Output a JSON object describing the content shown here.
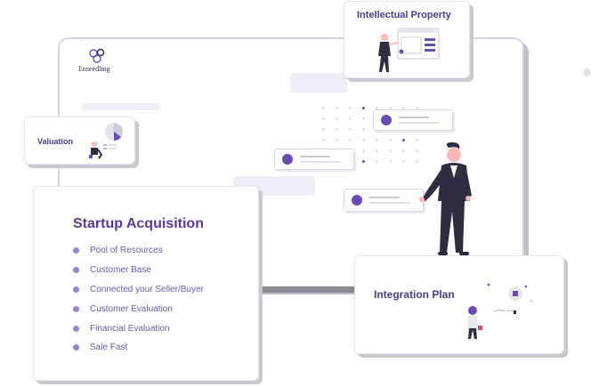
{
  "brand": {
    "name": "Enseedling"
  },
  "cards": {
    "intellectual_property": {
      "title": "Intellectual Property"
    },
    "valuation": {
      "title": "Valuation"
    },
    "startup_acquisition": {
      "title": "Startup Acquisition",
      "items": [
        "Pool of Resources",
        "Customer Base",
        "Connected your Seller/Buyer",
        "Customer Evaluation",
        "Financial Evaluation",
        "Sale Fast"
      ]
    },
    "integration_plan": {
      "title": "Integration Plan"
    }
  },
  "colors": {
    "accent": "#6c4ab6",
    "title": "#5b3a99",
    "list_text": "#6a5aa0",
    "bullet": "#9a84d0",
    "suit": "#2f2e41"
  }
}
